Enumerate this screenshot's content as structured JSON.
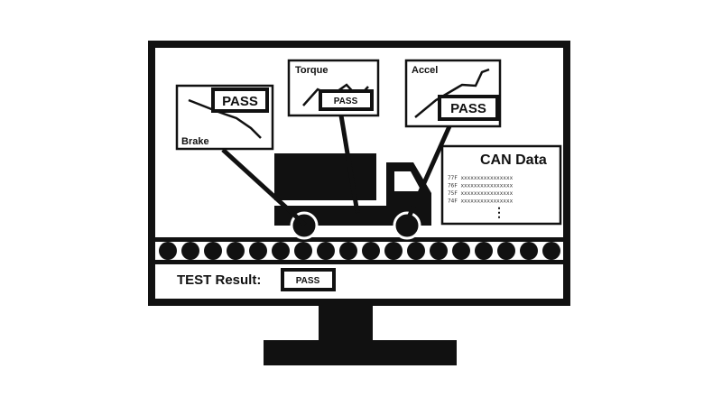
{
  "colors": {
    "ink": "#111111",
    "background": "#ffffff"
  },
  "panels": {
    "brake": {
      "label": "Brake",
      "status": "PASS"
    },
    "torque": {
      "label": "Torque",
      "status": "PASS"
    },
    "accel": {
      "label": "Accel",
      "status": "PASS"
    }
  },
  "can_data": {
    "title": "CAN Data",
    "rows": [
      {
        "id": "77F",
        "payload": "xxxxxxxxxxxxxxxx"
      },
      {
        "id": "76F",
        "payload": "xxxxxxxxxxxxxxxx"
      },
      {
        "id": "75F",
        "payload": "xxxxxxxxxxxxxxxx"
      },
      {
        "id": "74F",
        "payload": "xxxxxxxxxxxxxxxx"
      }
    ],
    "more": "⋮"
  },
  "test_result": {
    "label": "TEST Result:",
    "value": "PASS"
  },
  "icons": [
    "monitor-icon",
    "truck-icon",
    "conveyor-roller-icon"
  ]
}
